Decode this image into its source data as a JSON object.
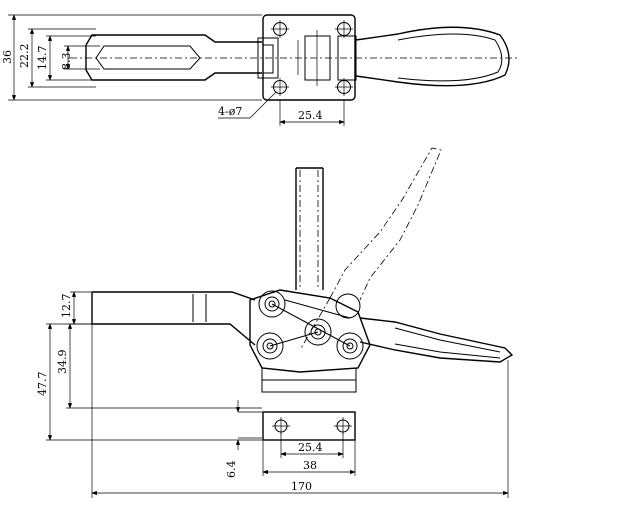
{
  "dimensions": {
    "top_overall_height": "36",
    "top_inner_height": "22.2",
    "top_bar_height": "14.7",
    "top_slot_width": "8.3",
    "hole_callout": "4-ø7",
    "top_hole_spacing": "25.4",
    "side_arm_height": "12.7",
    "side_mid_height": "34.9",
    "side_total_height": "47.7",
    "side_base_thickness": "6.4",
    "bottom_hole_spacing": "25.4",
    "base_width": "38",
    "overall_length": "170"
  }
}
